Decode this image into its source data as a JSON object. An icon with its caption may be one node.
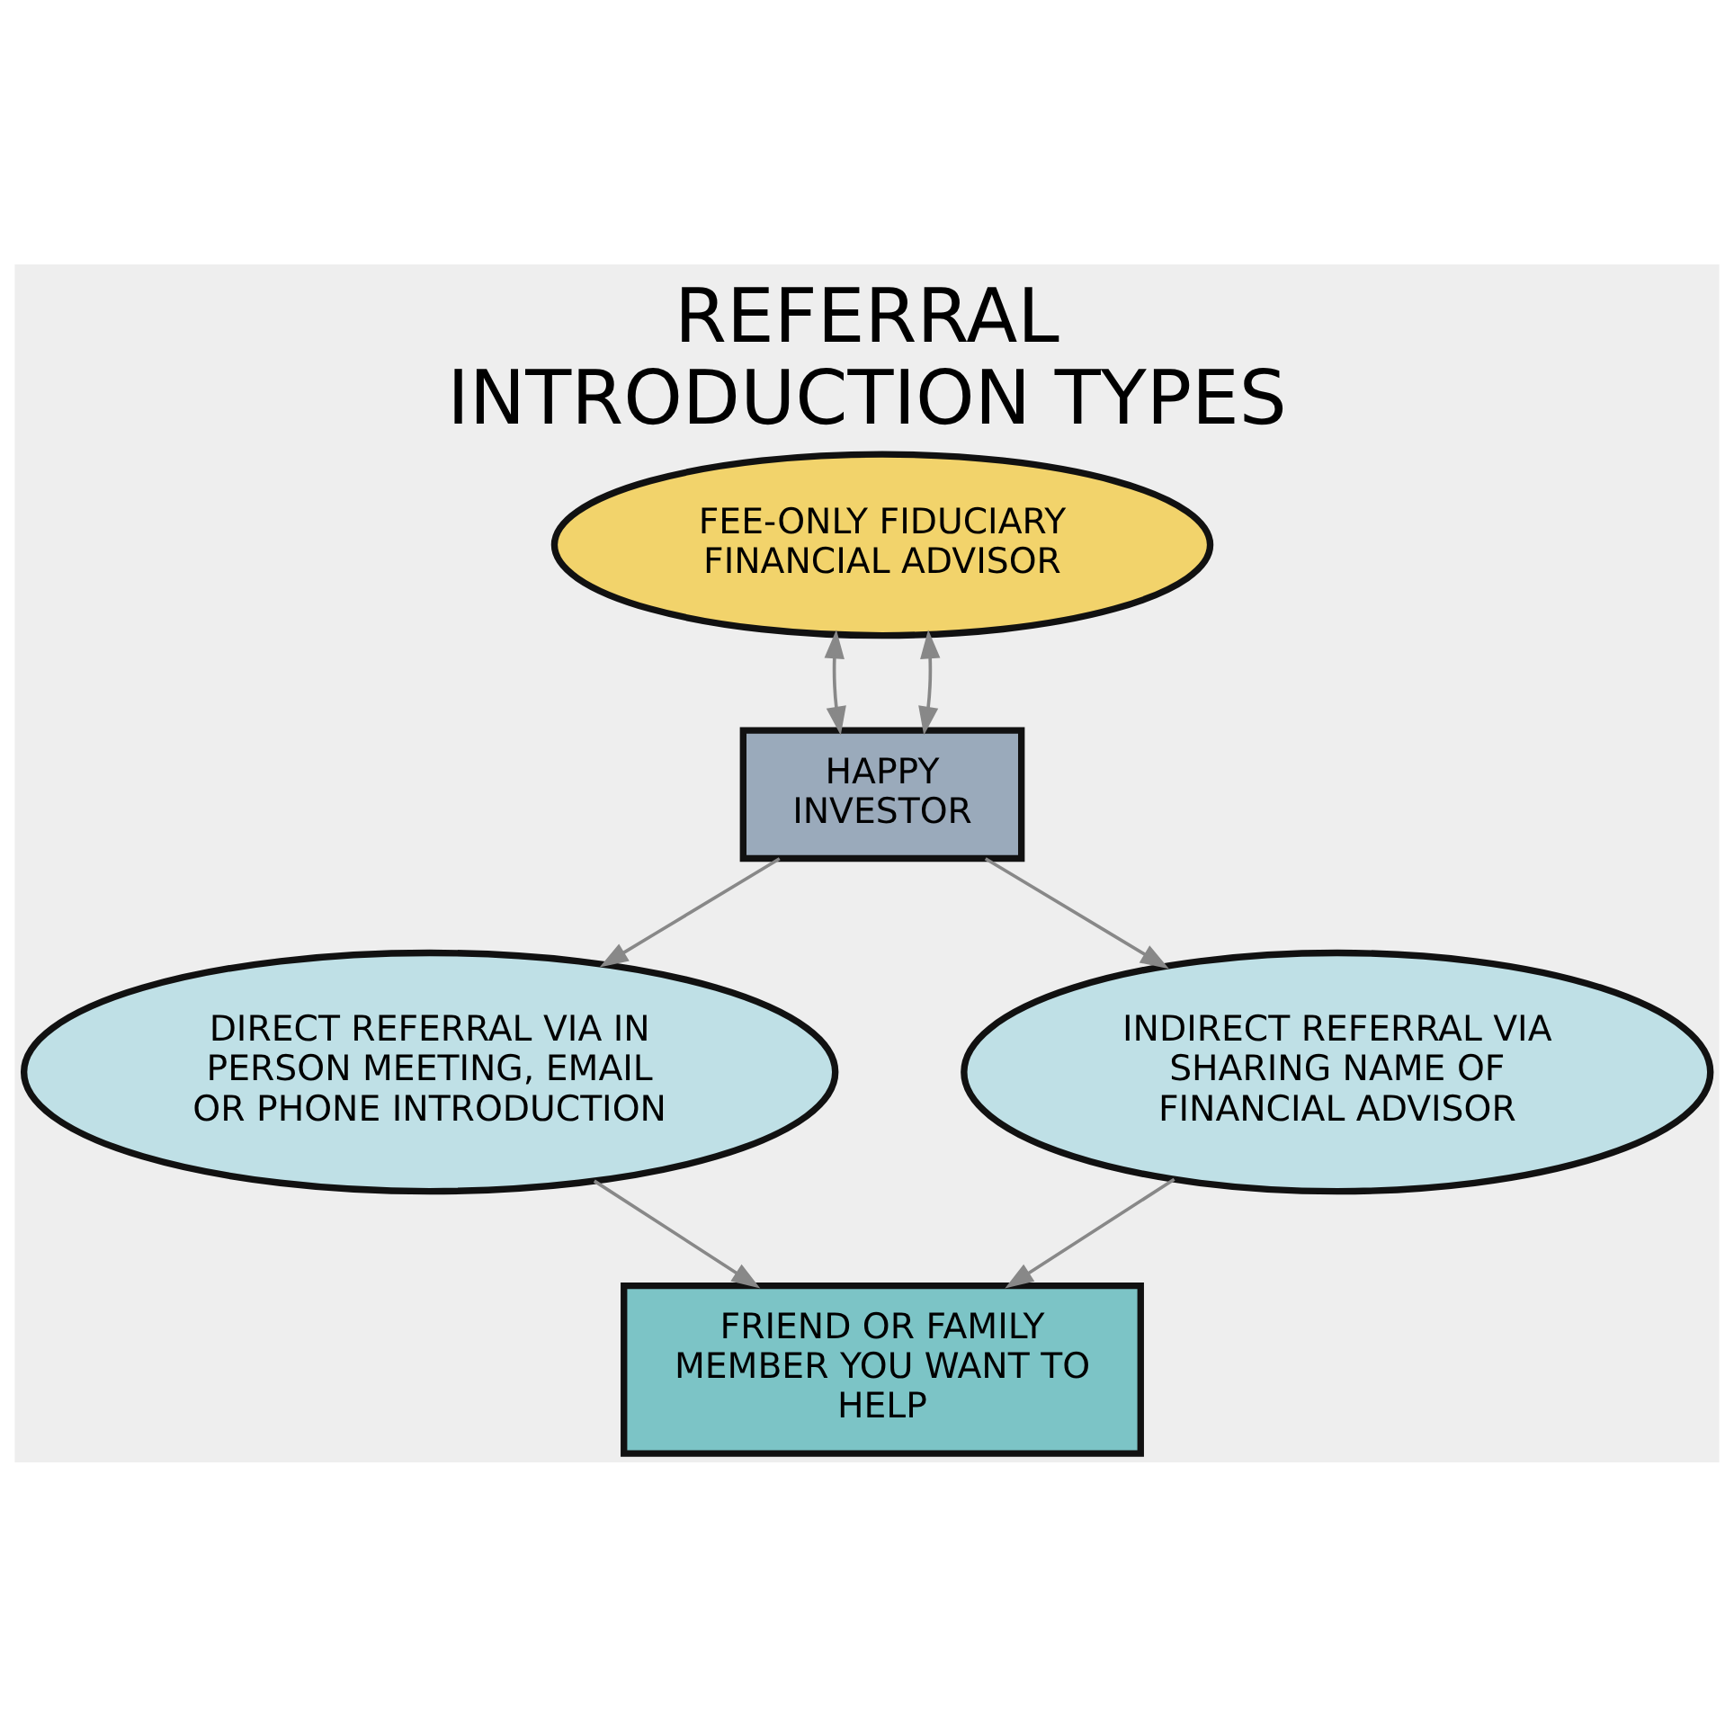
{
  "diagram": {
    "title": "REFERRAL INTRODUCTION TYPES",
    "nodes": [
      {
        "text": [
          "FEE-ONLY FIDUCIARY FINANCIAL ADVISOR"
        ]
      },
      {
        "text": [
          "HAPPY INVESTOR"
        ]
      },
      {
        "text": [
          "DIRECT REFERRAL VIA IN PERSON MEETING, EMAIL OR PHONE INTRODUCTION"
        ]
      },
      {
        "text": [
          "INDIRECT REFERRAL VIA SHARING NAME OF FINANCIAL ADVISOR"
        ]
      },
      {
        "text": [
          "FRIEND OR FAMILY MEMBER YOU WANT TO HELP"
        ]
      }
    ],
    "edges": [
      {
        "from": 0,
        "to": 1,
        "arrow": "both"
      },
      {
        "from": 0,
        "to": 1,
        "arrow": "both"
      },
      {
        "from": 1,
        "to": 2,
        "arrow": "to"
      },
      {
        "from": 1,
        "to": 3,
        "arrow": "to"
      },
      {
        "from": 2,
        "to": 4,
        "arrow": "to"
      },
      {
        "from": 3,
        "to": 4,
        "arrow": "to"
      }
    ]
  }
}
